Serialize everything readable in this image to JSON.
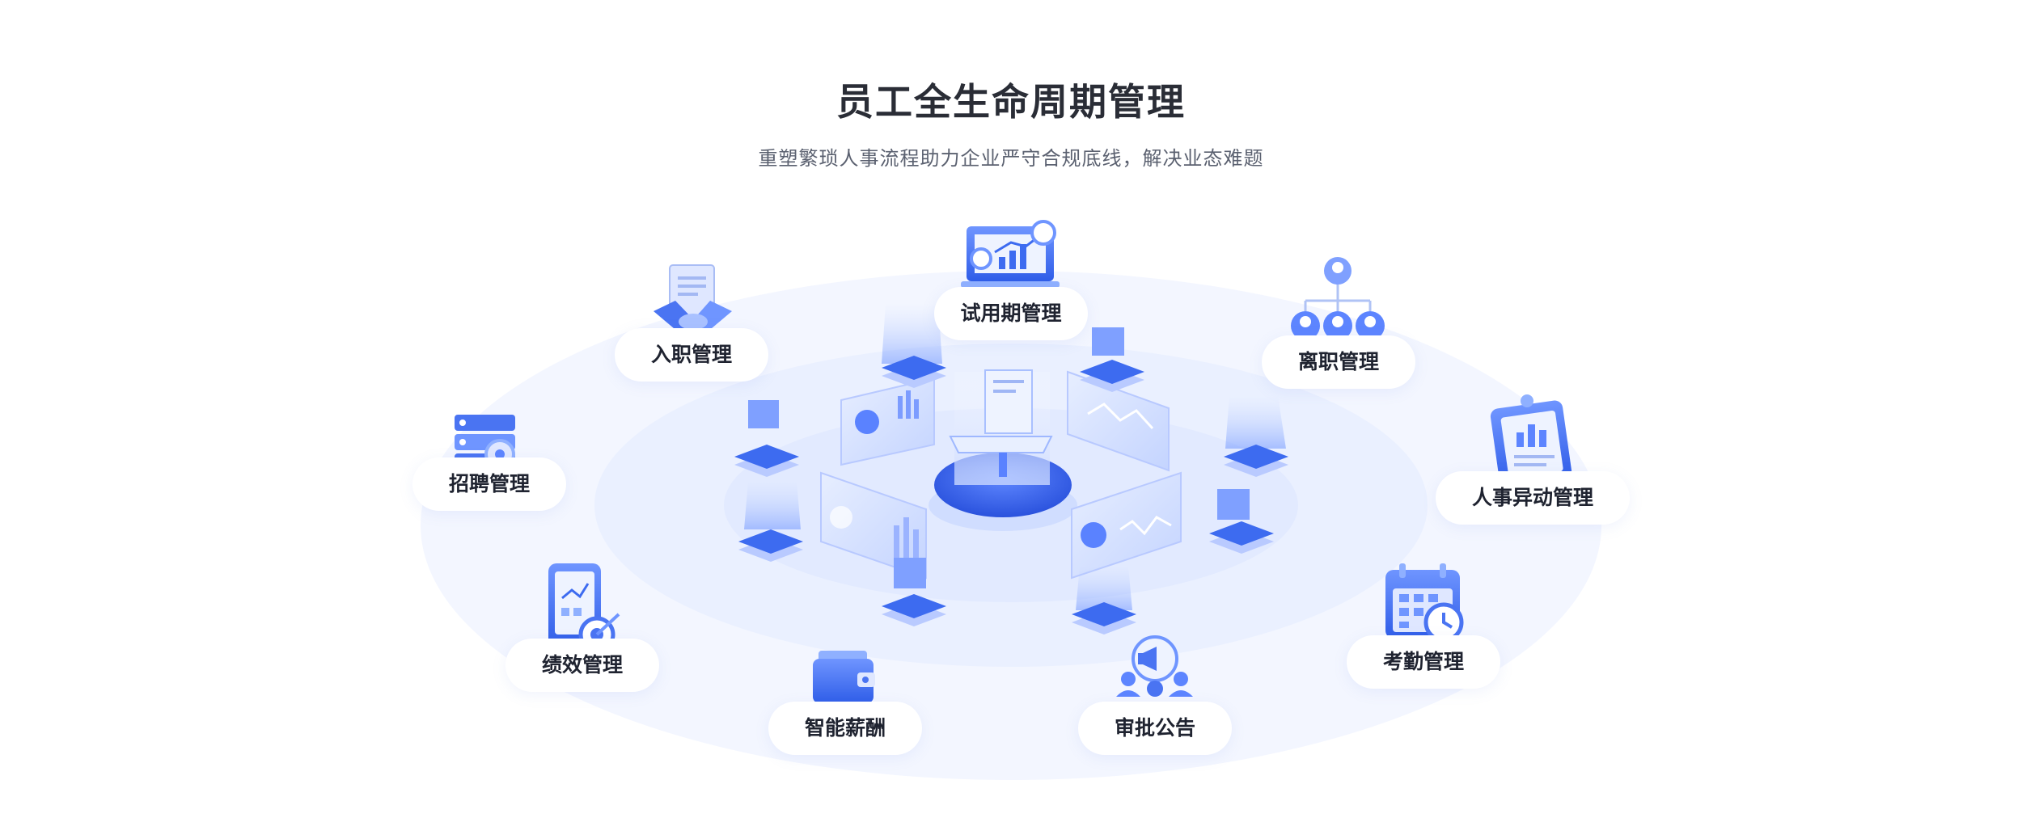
{
  "header": {
    "title": "员工全生命周期管理",
    "subtitle": "重塑繁琐人事流程助力企业严守合规底线，解决业态难题"
  },
  "modules": [
    {
      "key": "onboarding",
      "label": "入职管理",
      "icon": "handshake-document-icon"
    },
    {
      "key": "probation",
      "label": "试用期管理",
      "icon": "laptop-chart-icon"
    },
    {
      "key": "resignation",
      "label": "离职管理",
      "icon": "org-chart-icon"
    },
    {
      "key": "recruitment",
      "label": "招聘管理",
      "icon": "server-settings-icon"
    },
    {
      "key": "transfer",
      "label": "人事异动管理",
      "icon": "clipboard-chart-icon"
    },
    {
      "key": "performance",
      "label": "绩效管理",
      "icon": "phone-target-icon"
    },
    {
      "key": "attendance",
      "label": "考勤管理",
      "icon": "calendar-clock-icon"
    },
    {
      "key": "payroll",
      "label": "智能薪酬",
      "icon": "wallet-icon"
    },
    {
      "key": "approval",
      "label": "审批公告",
      "icon": "megaphone-team-icon"
    }
  ],
  "colors": {
    "primary": "#3d6bf0",
    "primary_light": "#8fb0ff",
    "ellipse_outer": "#f3f6ff",
    "ellipse_mid": "#ebf0ff",
    "ellipse_inner": "#e4ebff"
  }
}
